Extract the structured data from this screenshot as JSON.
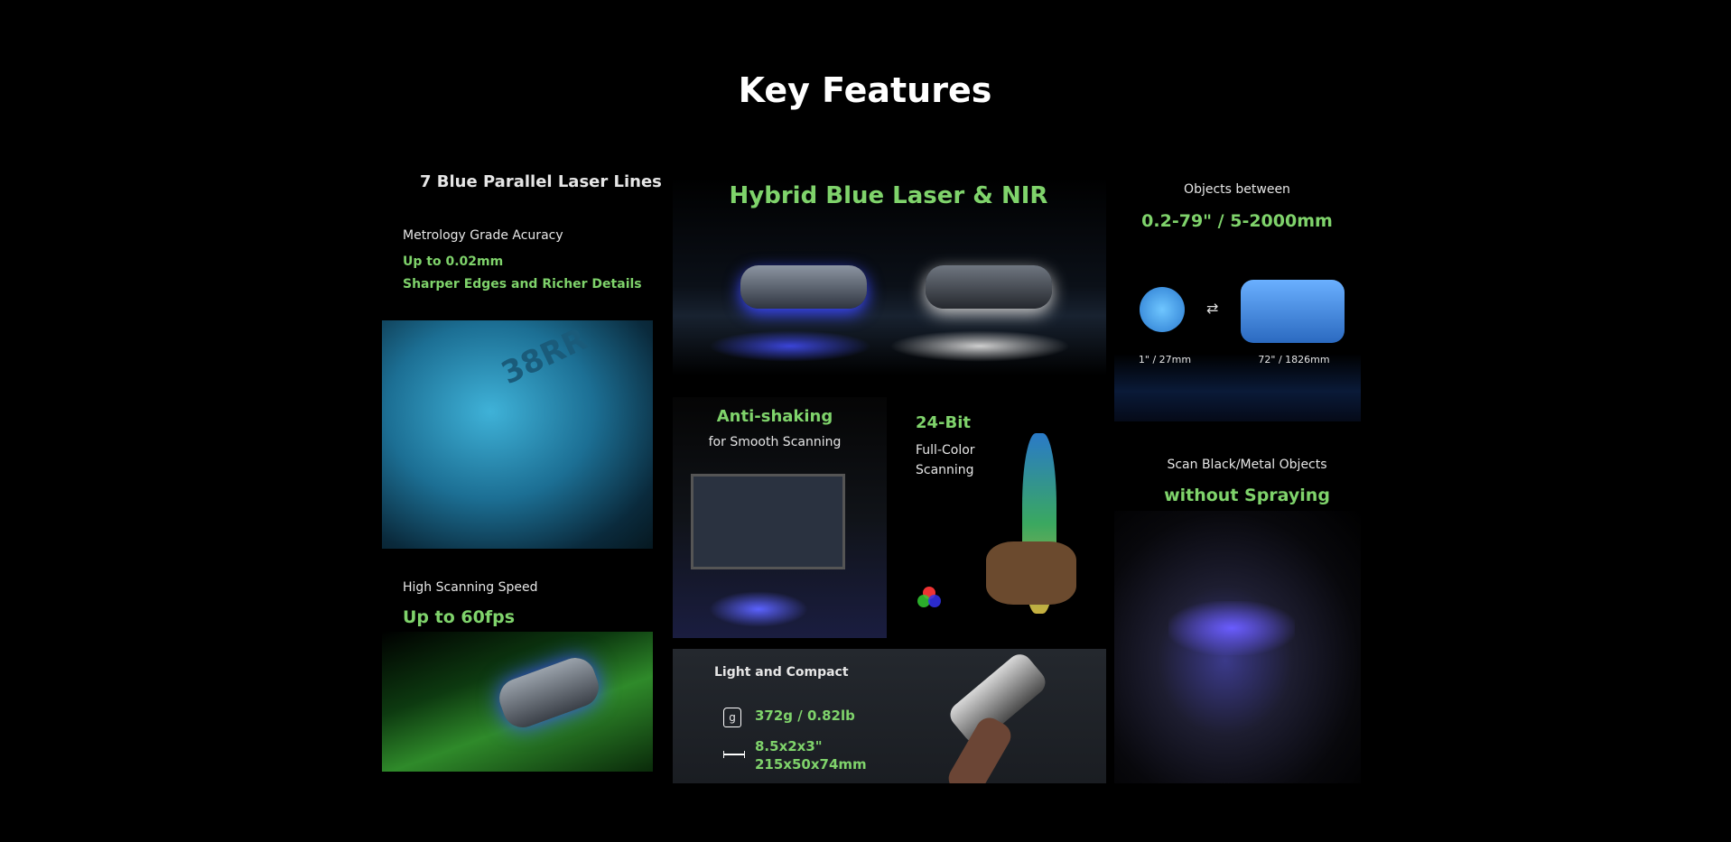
{
  "title": "Key Features",
  "colors": {
    "accent_green": "#7fd36b",
    "background": "#000000"
  },
  "left": {
    "heading": "7 Blue Parallel Laser Lines",
    "accuracy_label": "Metrology Grade Acuracy",
    "accuracy_value": "Up to 0.02mm",
    "accuracy_detail": "Sharper Edges and Richer Details",
    "speed_label": "High Scanning Speed",
    "speed_value": "Up to 60fps"
  },
  "middle": {
    "hybrid_heading": "Hybrid Blue Laser & NIR",
    "anti_shaking_title": "Anti-shaking",
    "anti_shaking_sub": "for Smooth Scanning",
    "color_title": "24-Bit",
    "color_sub1": "Full-Color",
    "color_sub2": "Scanning",
    "compact_title": "Light and Compact",
    "weight_icon_letter": "g",
    "weight": "372g / 0.82lb",
    "dimensions_in": "8.5x2x3\"",
    "dimensions_mm": "215x50x74mm"
  },
  "right": {
    "objects_label": "Objects between",
    "objects_range": "0.2-79\" / 5-2000mm",
    "small_size": "1\" / 27mm",
    "large_size": "72\" / 1826mm",
    "black_label": "Scan Black/Metal Objects",
    "black_value": "without Spraying"
  }
}
